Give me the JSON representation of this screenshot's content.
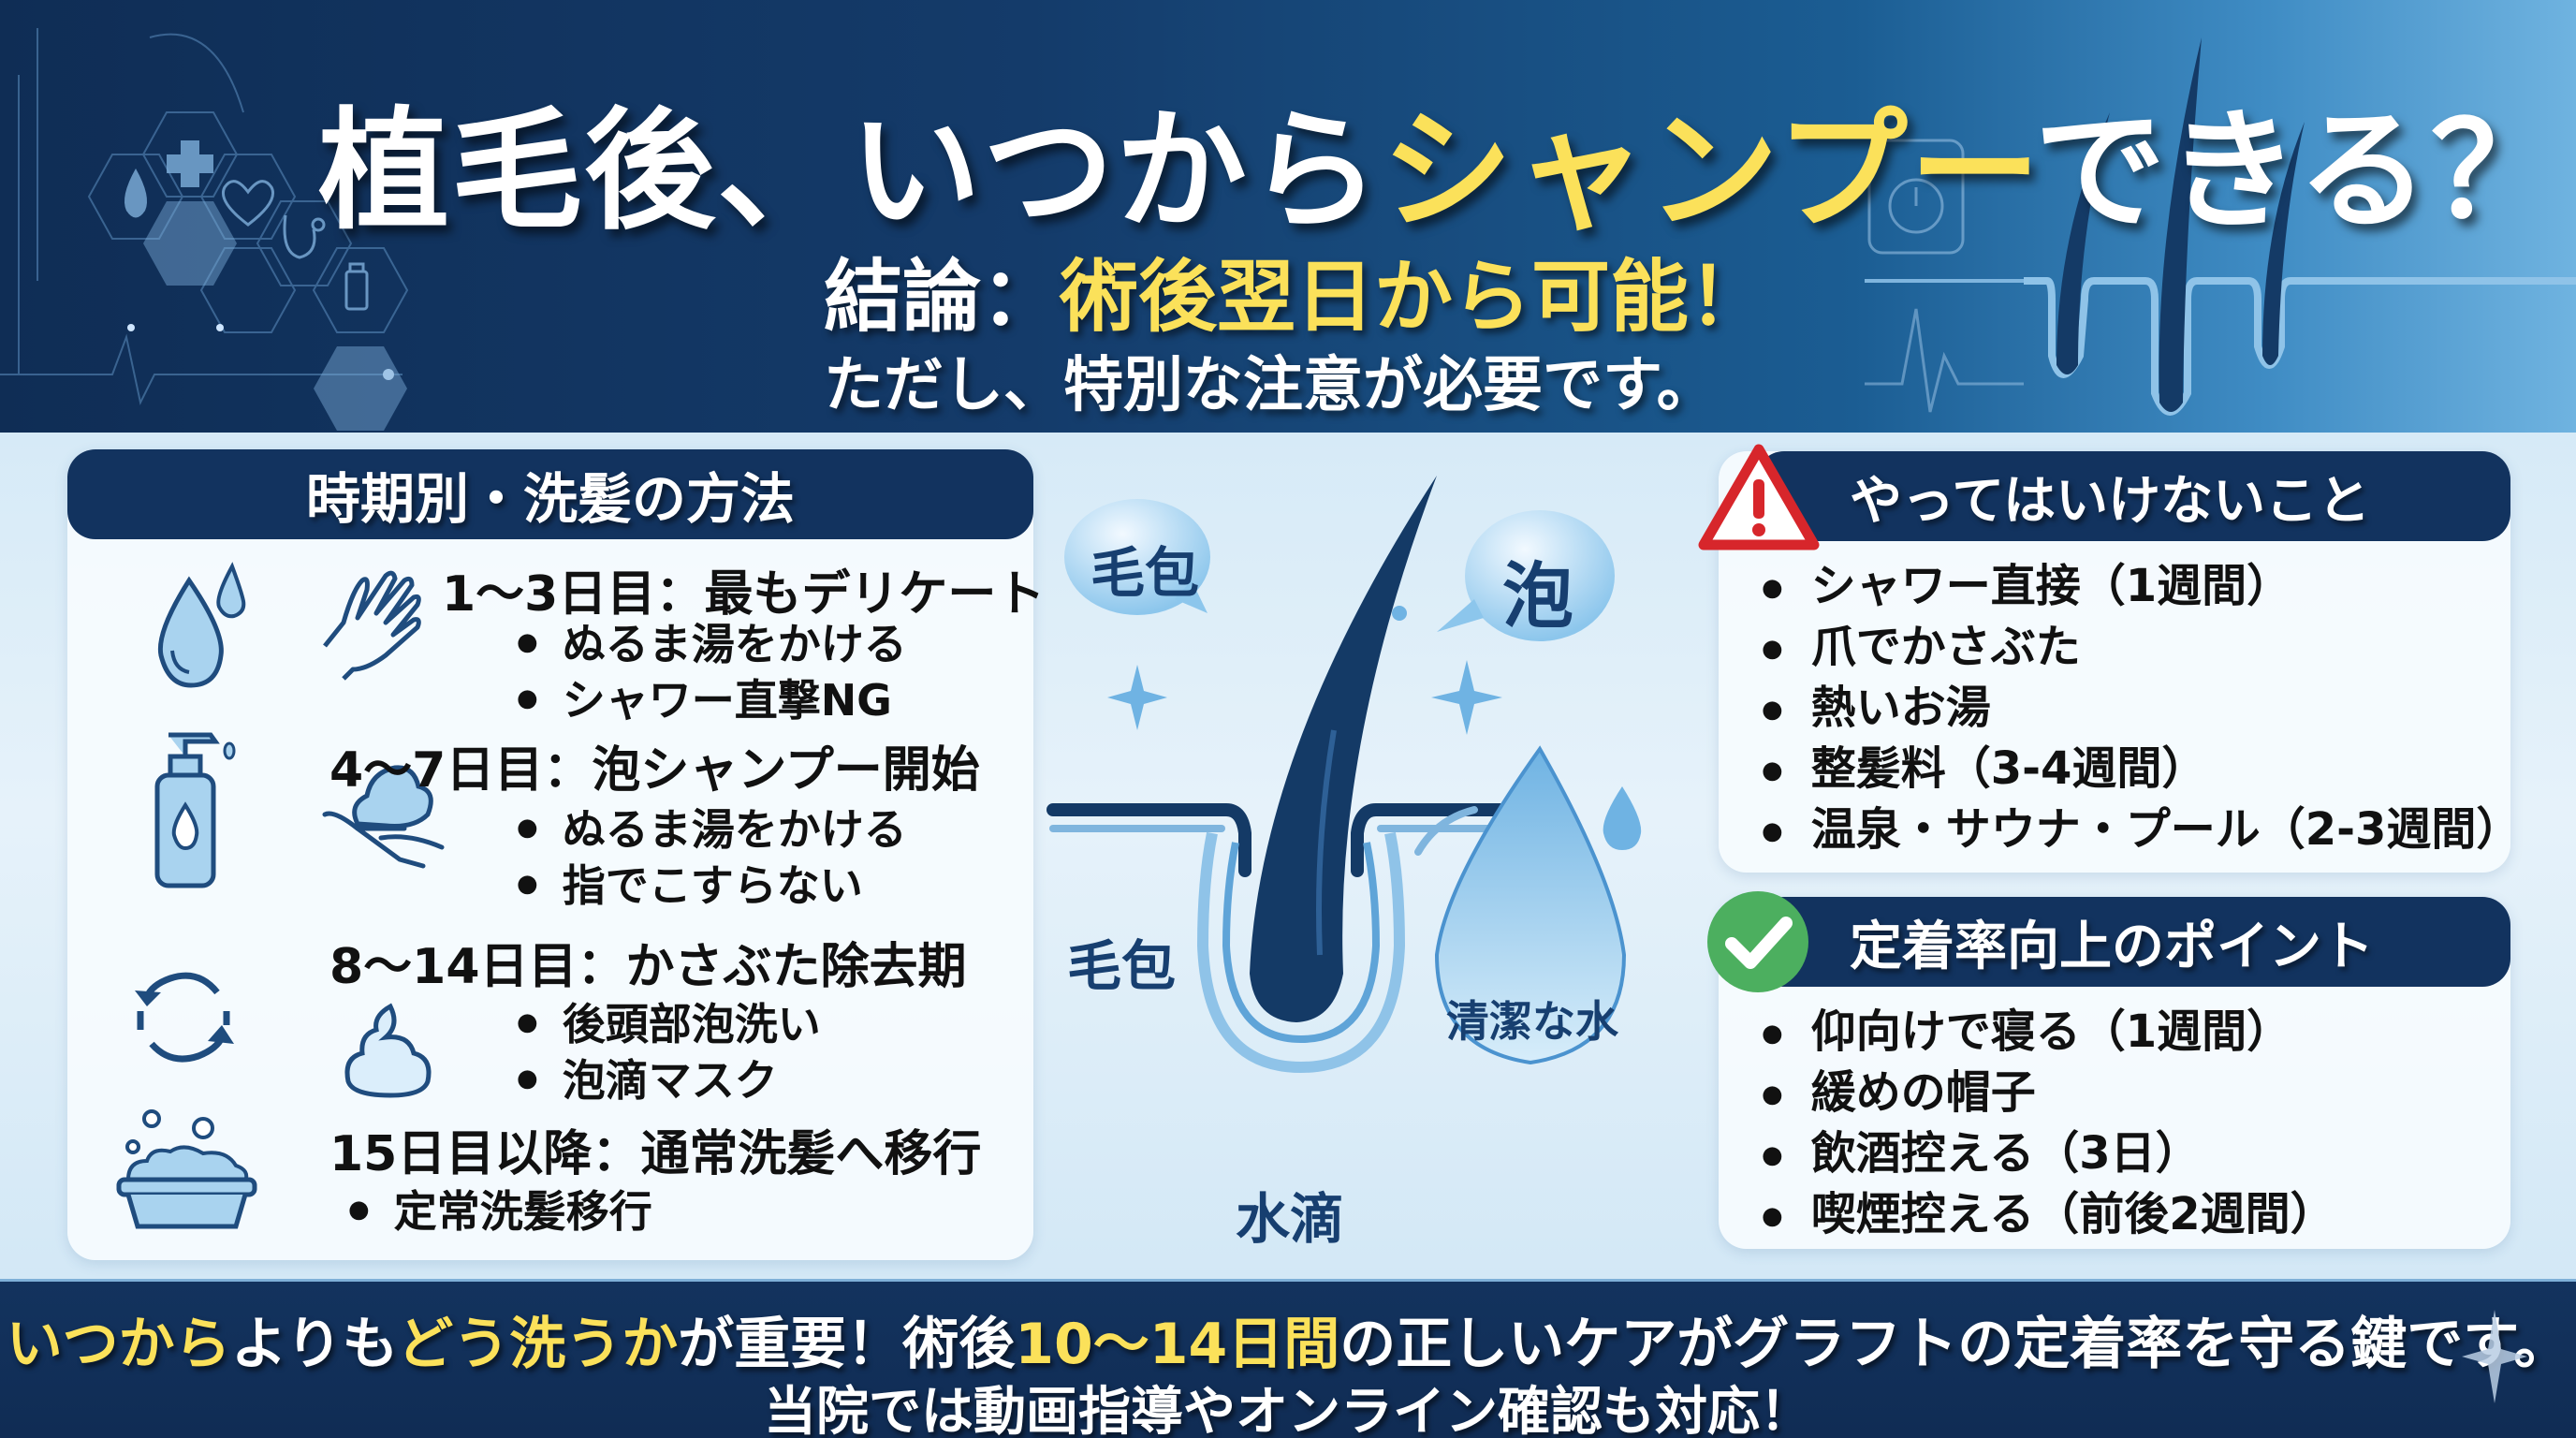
{
  "header": {
    "title_part1": "植毛後、いつから",
    "title_highlight": "シャンプー",
    "title_part2": "できる？",
    "conclusion_label": "結論：",
    "conclusion_highlight": "術後翌日から可能！",
    "caution": "ただし、特別な注意が必要です。",
    "decor_icons": [
      "plus-icon",
      "water-drop-icon",
      "heart-pulse-icon",
      "stethoscope-icon",
      "ecg-line-icon",
      "medicine-bottle-icon",
      "stopwatch-icon",
      "hair-follicle-icon"
    ]
  },
  "left_panel": {
    "title": "時期別・洗髪の方法",
    "stages": [
      {
        "title": "1〜3日目：最もデリケート",
        "bullets": [
          "ぬるま湯をかける",
          "シャワー直撃NG"
        ],
        "icons": [
          "water-drops-icon",
          "hand-icon"
        ]
      },
      {
        "title": "4〜7日目：泡シャンプー開始",
        "bullets": [
          "ぬるま湯をかける",
          "指でこすらない"
        ],
        "icons": [
          "pump-bottle-icon",
          "foam-in-hand-icon"
        ]
      },
      {
        "title": "8〜14日目：かさぶた除去期",
        "bullets": [
          "後頭部泡洗い",
          "泡滴マスク"
        ],
        "icons": [
          "cycle-arrows-icon",
          "foam-icon"
        ]
      },
      {
        "title": "15日目以降：通常洗髪へ移行",
        "bullets": [
          "定常洗髪移行"
        ],
        "icons": [
          "bubble-basin-icon"
        ]
      }
    ]
  },
  "center_illustration": {
    "bubble_left": "毛包",
    "bubble_right": "泡",
    "follicle_label": "毛包",
    "droplet_label": "清潔な水",
    "bottom_label": "水滴"
  },
  "dont_panel": {
    "title": "やってはいけないこと",
    "icon": "warning-triangle-icon",
    "items": [
      "シャワー直接（1週間）",
      "爪でかさぶた",
      "熱いお湯",
      "整髪料（3-4週間）",
      "温泉・サウナ・プール（2-3週間）"
    ]
  },
  "tips_panel": {
    "title": "定着率向上のポイント",
    "icon": "check-circle-icon",
    "items": [
      "仰向けで寝る（1週間）",
      "緩めの帽子",
      "飲酒控える（3日）",
      "喫煙控える（前後2週間）"
    ]
  },
  "footer": {
    "line1_seg1": "いつから",
    "line1_seg2": "よりも",
    "line1_seg3": "どう洗うか",
    "line1_seg4": "が重要！術後",
    "line1_seg5": "10〜14日間",
    "line1_seg6": "の正しいケアがグラフトの定着率を守る鍵です。",
    "line2": "当院では動画指導やオンライン確認も対応！"
  },
  "colors": {
    "navy": "#12335f",
    "highlight_yellow": "#fbe15a",
    "icon_blue": "#1f4c7e",
    "icon_fill": "#a9d3ef",
    "warning_red": "#d7262b",
    "check_green": "#4caf5f"
  }
}
